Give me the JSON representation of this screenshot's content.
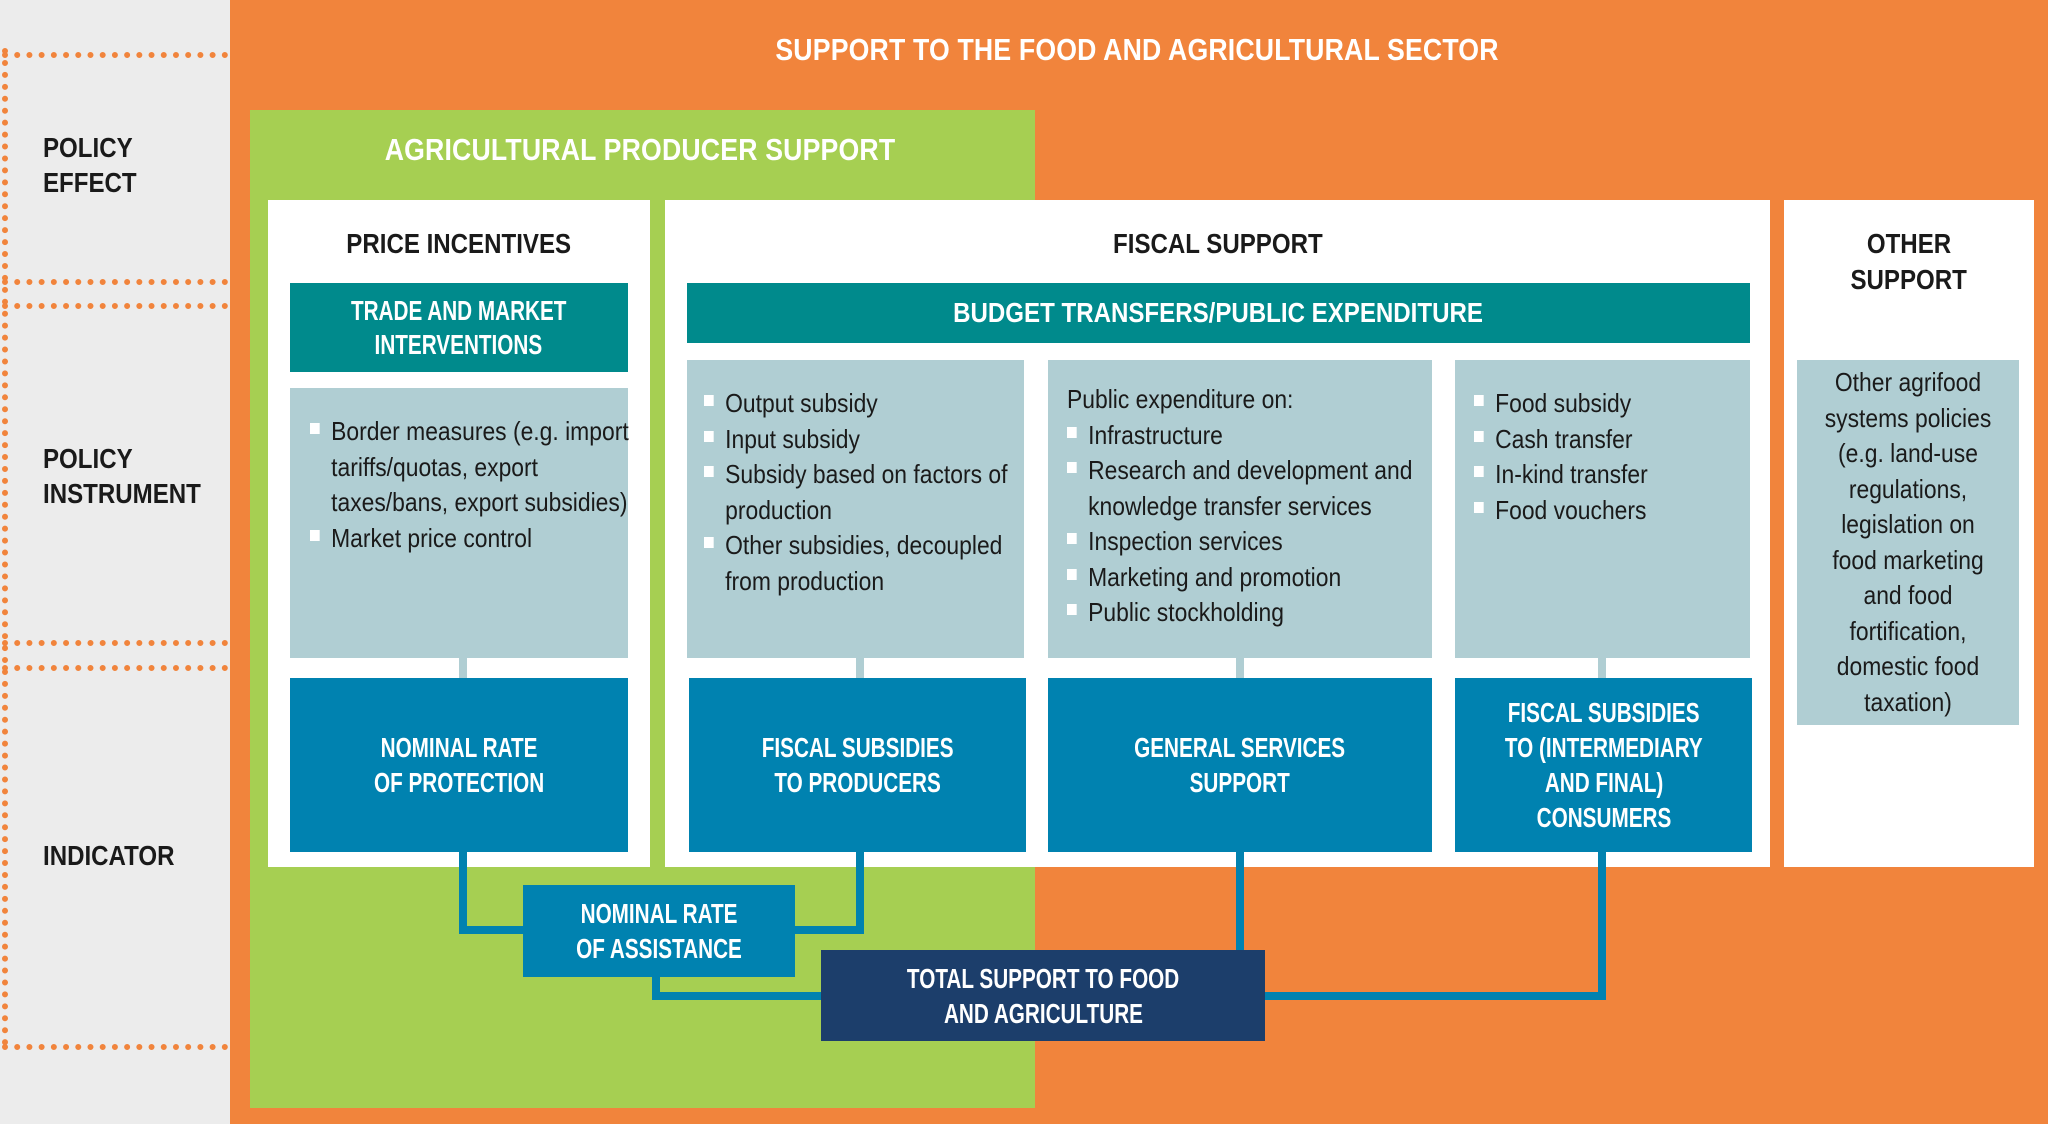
{
  "title": "SUPPORT TO THE FOOD AND AGRICULTURAL SECTOR",
  "producer_support": "AGRICULTURAL PRODUCER SUPPORT",
  "row_labels": {
    "policy_effect": [
      "POLICY",
      "EFFECT"
    ],
    "policy_instrument": [
      "POLICY",
      "INSTRUMENT"
    ],
    "indicator": "INDICATOR"
  },
  "panels": {
    "price_incentives": "PRICE INCENTIVES",
    "fiscal_support": "FISCAL SUPPORT",
    "other_support": [
      "OTHER",
      "SUPPORT"
    ]
  },
  "instruments": {
    "trade_market": [
      "TRADE AND MARKET",
      "INTERVENTIONS"
    ],
    "budget_transfers": "BUDGET TRANSFERS/PUBLIC EXPENDITURE"
  },
  "boxes": {
    "price_list": [
      "Border measures (e.g. import tariffs/quotas, export taxes/bans, export subsidies)",
      "Market price control"
    ],
    "producer_subsidies_list": [
      "Output subsidy",
      "Input subsidy",
      "Subsidy based on factors of production",
      "Other subsidies, decoupled from production"
    ],
    "public_expenditure_intro": "Public expenditure on:",
    "public_expenditure_list": [
      "Infrastructure",
      "Research and development and knowledge transfer services",
      "Inspection services",
      "Marketing and promotion",
      "Public stockholding"
    ],
    "consumer_list": [
      "Food subsidy",
      "Cash transfer",
      "In-kind transfer",
      "Food vouchers"
    ],
    "other_policies": "Other agrifood systems policies (e.g. land-use regulations, legislation on food marketing and food fortification, domestic food taxation)"
  },
  "indicators": {
    "nrp": [
      "NOMINAL RATE",
      "OF PROTECTION"
    ],
    "fsp": [
      "FISCAL SUBSIDIES",
      "TO PRODUCERS"
    ],
    "gss": [
      "GENERAL SERVICES",
      "SUPPORT"
    ],
    "fsc": [
      "FISCAL SUBSIDIES",
      "TO (INTERMEDIARY",
      "AND FINAL)",
      "CONSUMERS"
    ],
    "nra": [
      "NOMINAL RATE",
      "OF ASSISTANCE"
    ],
    "tsfa": [
      "TOTAL SUPPORT TO FOOD",
      "AND AGRICULTURE"
    ]
  },
  "colors": {
    "orange": "#f1843c",
    "green": "#a6cf52",
    "teal": "#008a8c",
    "blue": "#0082b0",
    "navy": "#1c3e6b",
    "grey_blue": "#b0ced3"
  }
}
